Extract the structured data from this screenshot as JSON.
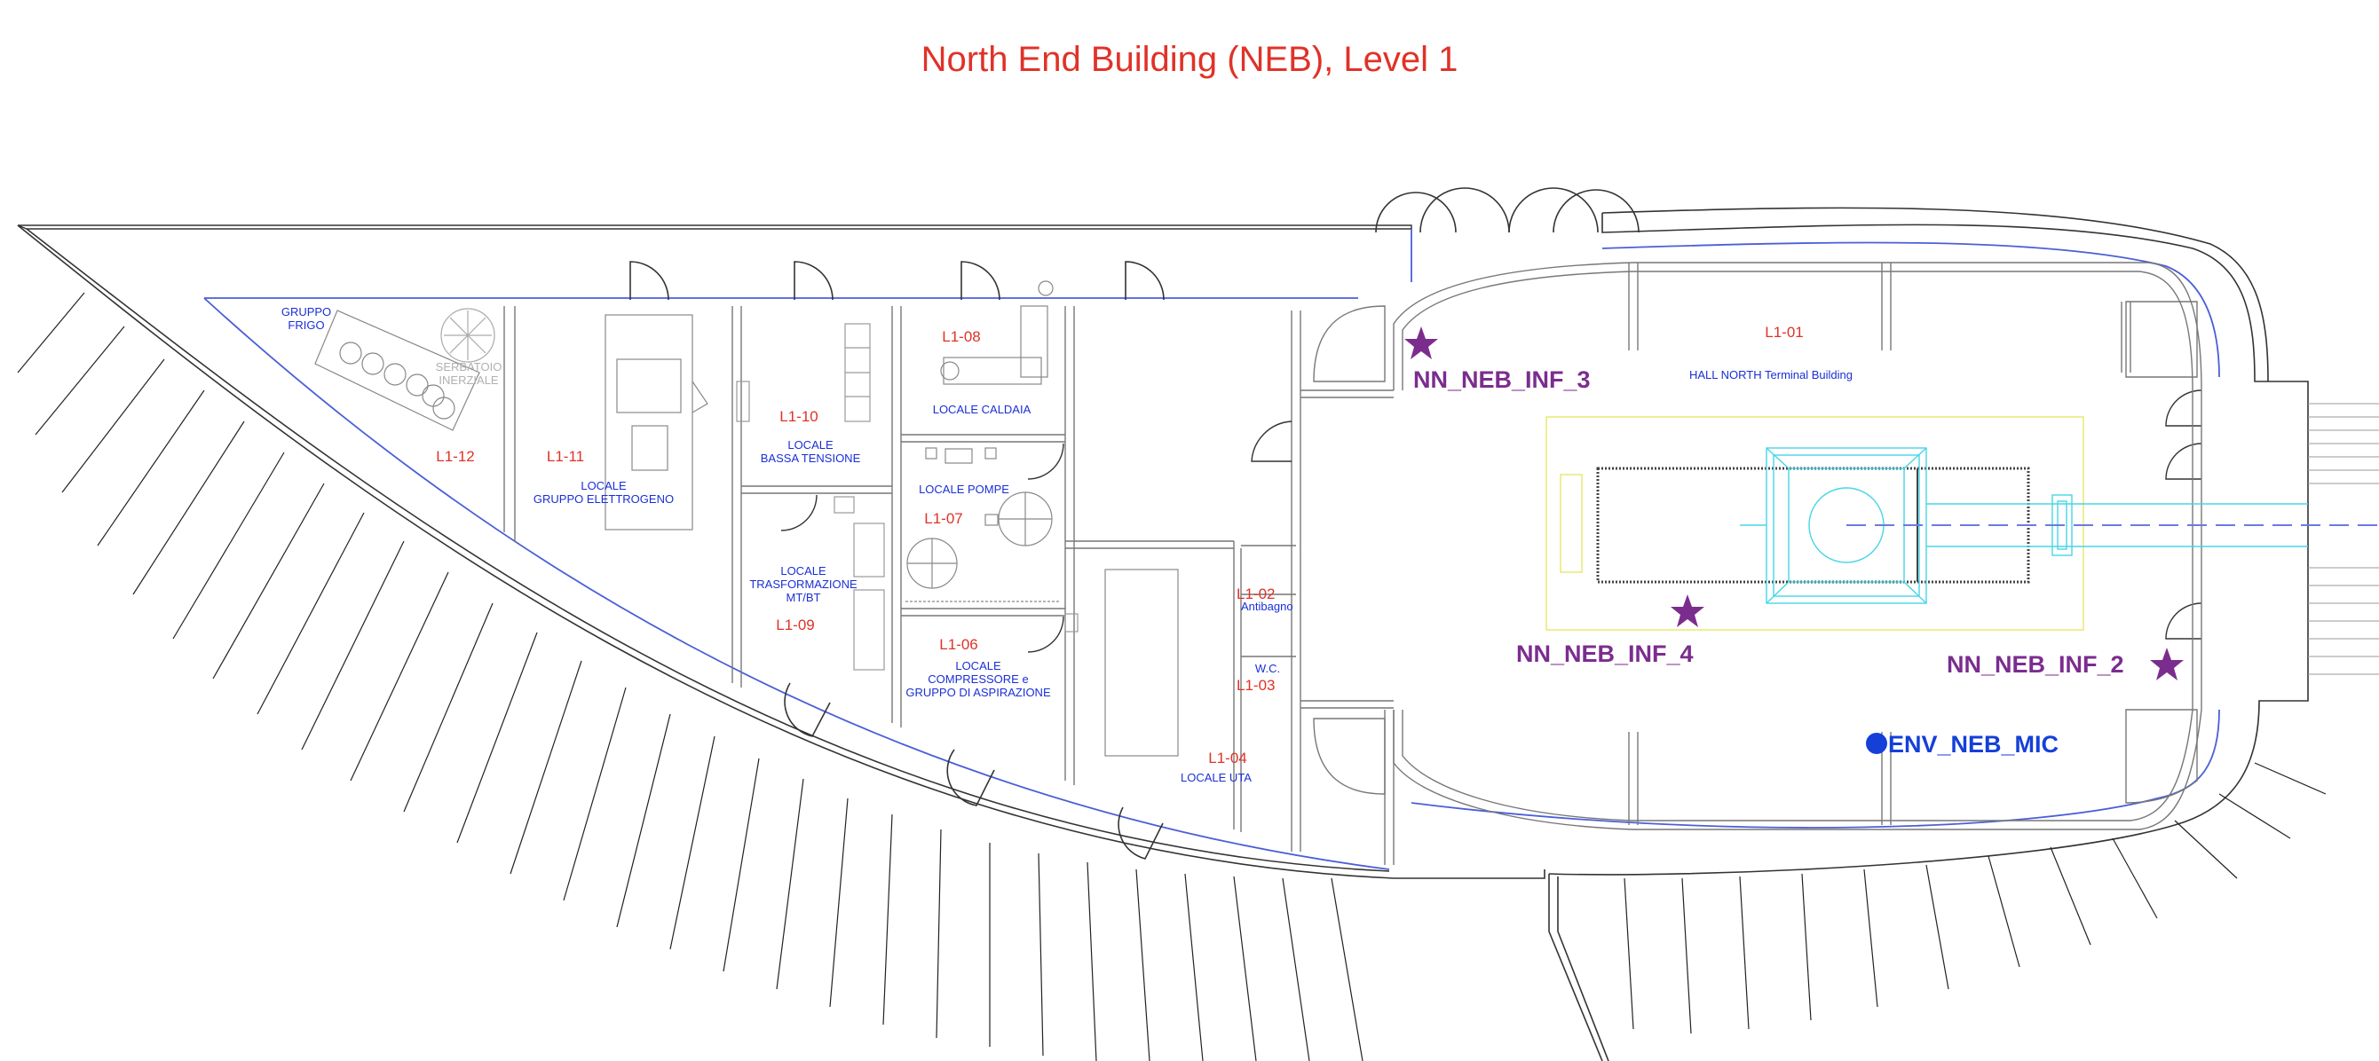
{
  "title": "North End Building (NEB), Level 1",
  "colors": {
    "title": "#e03228",
    "room_code": "#e03228",
    "room_name": "#1a2fd6",
    "sensor_star": "#7b2d8e",
    "sensor_mic": "#1440d8",
    "wall": "#555555",
    "blue_outline": "#4a5fd8",
    "cyan_equipment": "#46d6e6",
    "yellow_area": "#e6e66a"
  },
  "rooms": [
    {
      "code": "L1-01",
      "name": [
        "HALL NORTH Terminal Building"
      ]
    },
    {
      "code": "L1-02",
      "name": [
        "Antibagno"
      ]
    },
    {
      "code": "L1-03",
      "name": [
        "W.C."
      ]
    },
    {
      "code": "L1-04",
      "name": [
        "LOCALE UTA"
      ]
    },
    {
      "code": "L1-06",
      "name": [
        "LOCALE",
        "COMPRESSORE e",
        "GRUPPO DI ASPIRAZIONE"
      ]
    },
    {
      "code": "L1-07",
      "name": [
        "LOCALE POMPE"
      ]
    },
    {
      "code": "L1-08",
      "name": [
        "LOCALE CALDAIA"
      ]
    },
    {
      "code": "L1-09",
      "name": [
        "LOCALE",
        "TRASFORMAZIONE",
        "MT/BT"
      ]
    },
    {
      "code": "L1-10",
      "name": [
        "LOCALE",
        "BASSA TENSIONE"
      ]
    },
    {
      "code": "L1-11",
      "name": [
        "LOCALE",
        "GRUPPO ELETTROGENO"
      ]
    },
    {
      "code": "L1-12",
      "name": [
        "GRUPPO",
        "FRIGO"
      ]
    }
  ],
  "equipment_labels": {
    "serbatoio": [
      "SERBATOIO",
      "INERZIALE"
    ]
  },
  "sensors": [
    {
      "id": "NN_NEB_INF_3",
      "marker": "star"
    },
    {
      "id": "NN_NEB_INF_4",
      "marker": "star"
    },
    {
      "id": "NN_NEB_INF_2",
      "marker": "star"
    },
    {
      "id": "ENV_NEB_MIC",
      "marker": "dot"
    }
  ]
}
